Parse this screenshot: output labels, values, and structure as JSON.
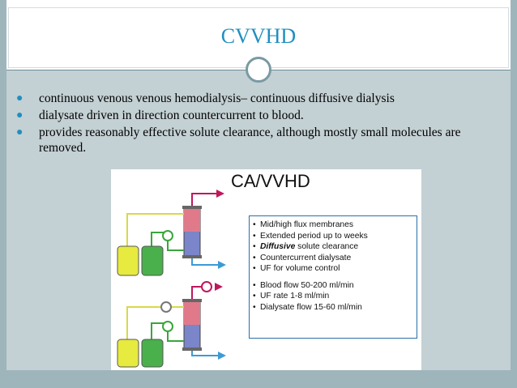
{
  "slide": {
    "title": "CVVHD",
    "bullets": [
      "continuous venous venous hemodialysis–  continuous diffusive dialysis",
      "dialysate driven in direction countercurrent to blood.",
      "provides reasonably effective solute clearance, although mostly small molecules are removed."
    ]
  },
  "figure": {
    "title": "CA/VVHD",
    "group1": [
      "Mid/high flux membranes",
      "Extended period up to weeks",
      "Diffusive solute clearance",
      "Countercurrent dialysate",
      "UF for volume control"
    ],
    "group2": [
      "Blood flow 50-200 ml/min",
      "UF rate 1-8 ml/min",
      "Dialysate flow 15-60 ml/min"
    ]
  },
  "colors": {
    "title": "#1f8fbf",
    "background": "#c3d0d4",
    "frame": "#9fb5bc",
    "arterial_line": "#c0175e",
    "venous_line": "#3c9ad6",
    "dialysate_line": "#d9d84a",
    "effluent_line": "#3aa63c",
    "box_border": "#2a6fa8"
  },
  "icons": [
    "bullet-icon",
    "title-circle",
    "pump-icon",
    "filter-icon",
    "bag-icon"
  ]
}
